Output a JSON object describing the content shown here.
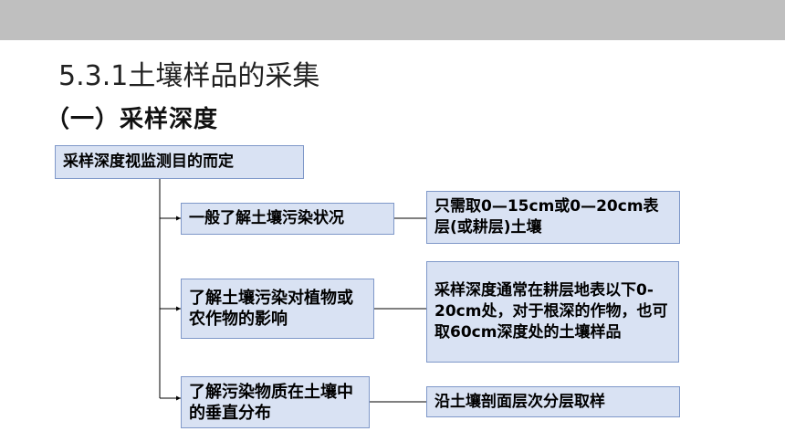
{
  "title": "5.3.1土壤样品的采集",
  "subtitle": "（一）采样深度",
  "root": {
    "label": "采样深度视监测目的而定"
  },
  "branches": [
    {
      "condition": "一般了解土壤污染状况",
      "result": "只需取0—15cm或0—20cm表层(或耕层)土壤"
    },
    {
      "condition": "了解土壤污染对植物或农作物的影响",
      "result": "采样深度通常在耕层地表以下0-20cm处，对于根深的作物，也可取60cm深度处的土壤样品"
    },
    {
      "condition": "了解污染物质在土壤中的垂直分布",
      "result": "沿土壤剖面层次分层取样"
    }
  ]
}
